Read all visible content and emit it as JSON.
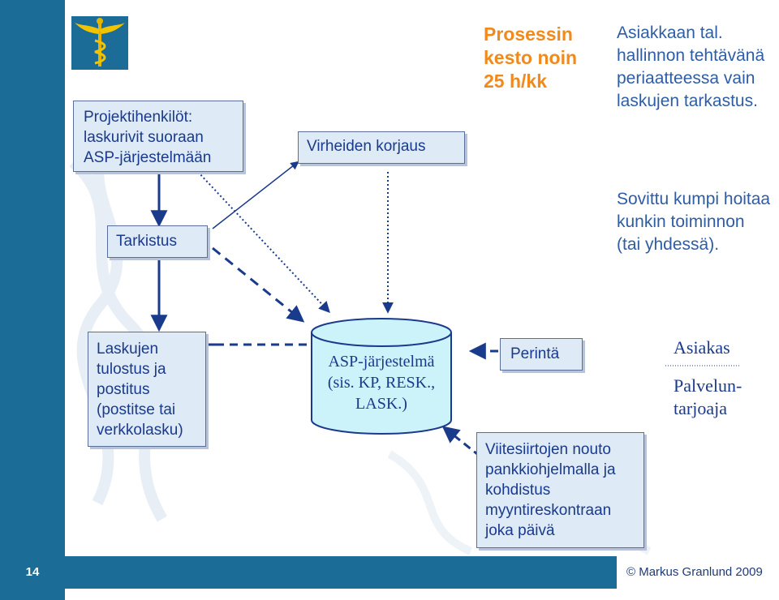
{
  "boxes": {
    "projektihenkilot": "Projektihenkilöt: laskurivit suoraan ASP-järjestelmään",
    "virheiden_korjaus": "Virheiden korjaus",
    "tarkistus": "Tarkistus",
    "laskujen_tulostus": "Laskujen tulostus ja postitus (postitse tai verkkolasku)",
    "perinta": "Perintä",
    "viitesiirtojen": "Viitesiirtojen nouto pankkiohjelmalla ja kohdistus myyntireskontraan joka päivä"
  },
  "database": {
    "label": "ASP-järjestelmä (sis. KP, RESK., LASK.)"
  },
  "process_note": "Prosessin kesto noin 25 h/kk",
  "right_notes": {
    "note1": "Asiakkaan tal. hallinnon tehtävänä periaatteessa vain laskujen tarkastus.",
    "note2": "Sovittu kumpi hoitaa kunkin toiminnon (tai yhdessä)."
  },
  "legend": {
    "asiakas": "Asiakas",
    "palveluntarjoaja": "Palvelun-tarjoaja"
  },
  "footer": {
    "slide_number": "14",
    "credit": "© Markus Granlund 2009"
  },
  "colors": {
    "sidebar": "#1b6d98",
    "box_fill": "#deeaf6",
    "text_blue": "#1a3a8c",
    "note_blue": "#2e5da6",
    "orange": "#f08a1c",
    "db_fill": "#ccf2fa"
  }
}
